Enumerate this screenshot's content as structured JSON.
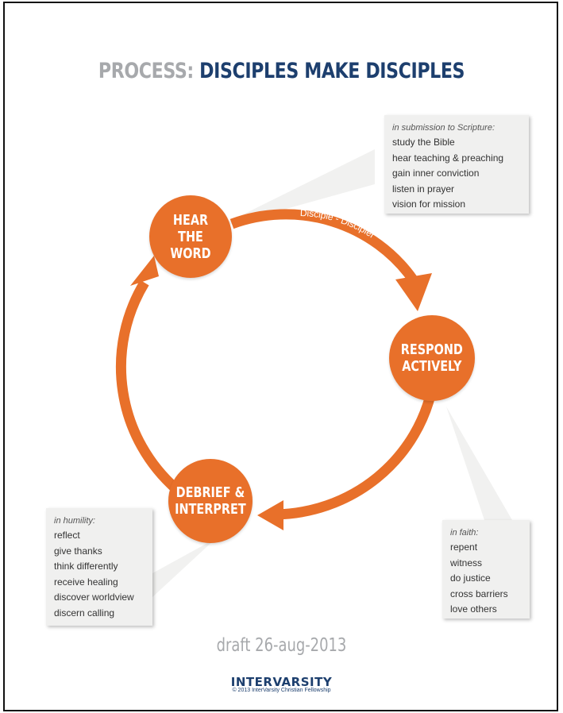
{
  "title": {
    "prefix": "PROCESS:",
    "main": "DISCIPLES MAKE DISCIPLES"
  },
  "cycle_label": "Disciple - Discipler",
  "colors": {
    "orange": "#e8702a",
    "navy": "#1d3f6e",
    "gray": "#a7a9ac",
    "callout_bg": "#f0f0ef"
  },
  "nodes": {
    "hear": "HEAR\nTHE WORD",
    "respond": "RESPOND\nACTIVELY",
    "debrief": "DEBRIEF &\nINTERPRET"
  },
  "callouts": {
    "hear": {
      "heading": "in submission to Scripture:",
      "items": [
        "study the Bible",
        "hear teaching & preaching",
        "gain inner conviction",
        "listen in prayer",
        "vision for mission"
      ]
    },
    "respond": {
      "heading": "in faith:",
      "items": [
        "repent",
        "witness",
        "do justice",
        "cross barriers",
        "love others"
      ]
    },
    "debrief": {
      "heading": "in humility:",
      "items": [
        "reflect",
        "give thanks",
        "think differently",
        "receive healing",
        "discover worldview",
        "discern calling"
      ]
    }
  },
  "draft": "draft 26-aug-2013",
  "logo": "INTERVARSITY",
  "copyright": "© 2013 InterVarsity Christian Fellowship"
}
